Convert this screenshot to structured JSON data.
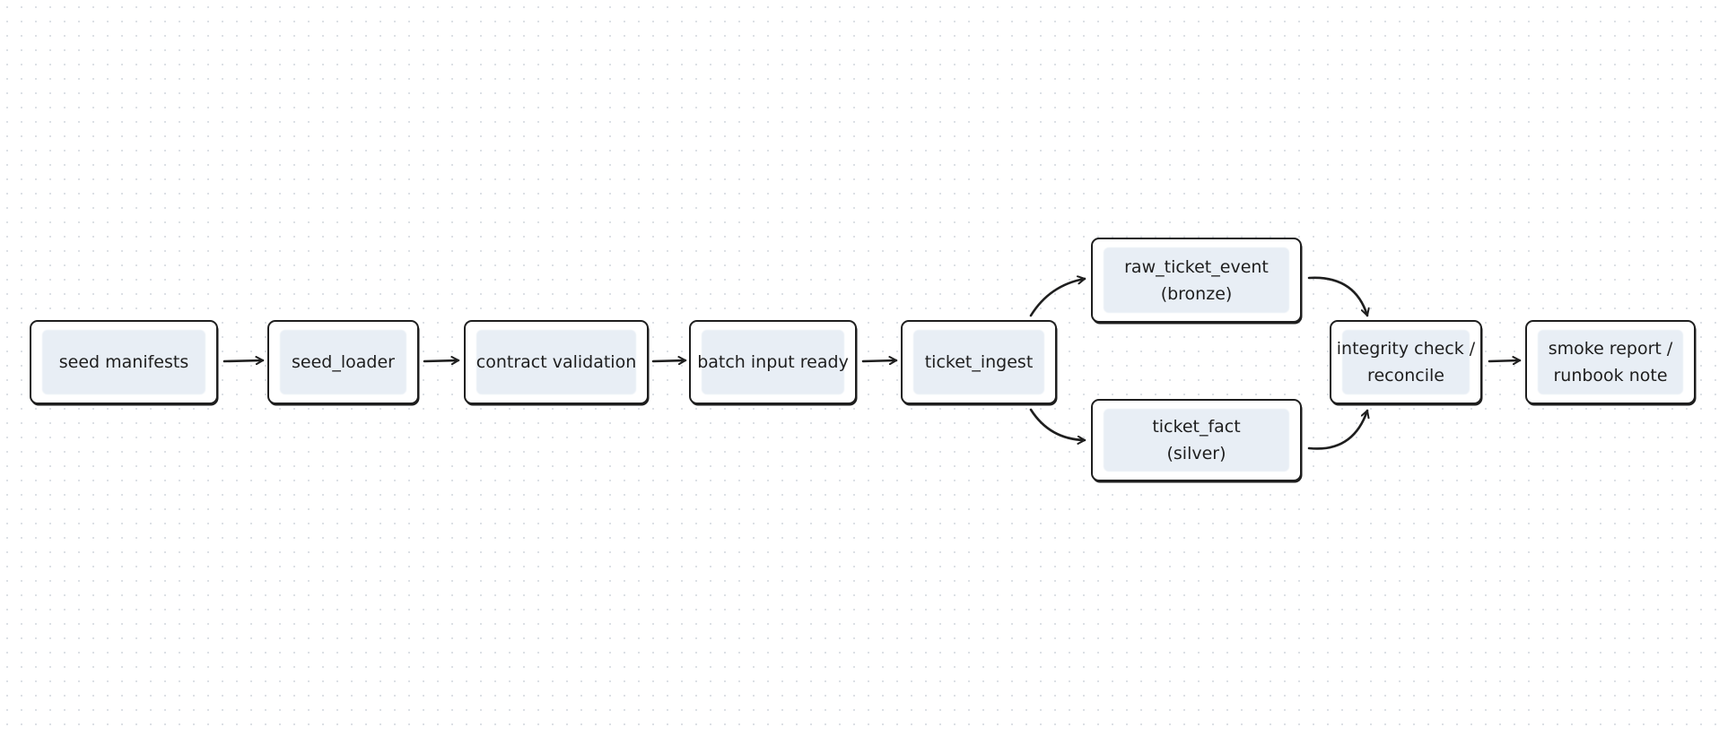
{
  "diagram": {
    "nodes": [
      {
        "id": "seed-manifests",
        "lines": [
          "seed manifests"
        ]
      },
      {
        "id": "seed-loader",
        "lines": [
          "seed_loader"
        ]
      },
      {
        "id": "contract-validation",
        "lines": [
          "contract validation"
        ]
      },
      {
        "id": "batch-input-ready",
        "lines": [
          "batch input ready"
        ]
      },
      {
        "id": "ticket-ingest",
        "lines": [
          "ticket_ingest"
        ]
      },
      {
        "id": "raw-ticket-event",
        "lines": [
          "raw_ticket_event",
          "(bronze)"
        ]
      },
      {
        "id": "ticket-fact",
        "lines": [
          "ticket_fact",
          "(silver)"
        ]
      },
      {
        "id": "integrity-check",
        "lines": [
          "integrity check /",
          "reconcile"
        ]
      },
      {
        "id": "smoke-report",
        "lines": [
          "smoke report /",
          "runbook note"
        ]
      }
    ],
    "edges": [
      {
        "from": "seed-manifests",
        "to": "seed-loader"
      },
      {
        "from": "seed-loader",
        "to": "contract-validation"
      },
      {
        "from": "contract-validation",
        "to": "batch-input-ready"
      },
      {
        "from": "batch-input-ready",
        "to": "ticket-ingest"
      },
      {
        "from": "ticket-ingest",
        "to": "raw-ticket-event"
      },
      {
        "from": "ticket-ingest",
        "to": "ticket-fact"
      },
      {
        "from": "raw-ticket-event",
        "to": "integrity-check"
      },
      {
        "from": "ticket-fact",
        "to": "integrity-check"
      },
      {
        "from": "integrity-check",
        "to": "smoke-report"
      }
    ]
  }
}
